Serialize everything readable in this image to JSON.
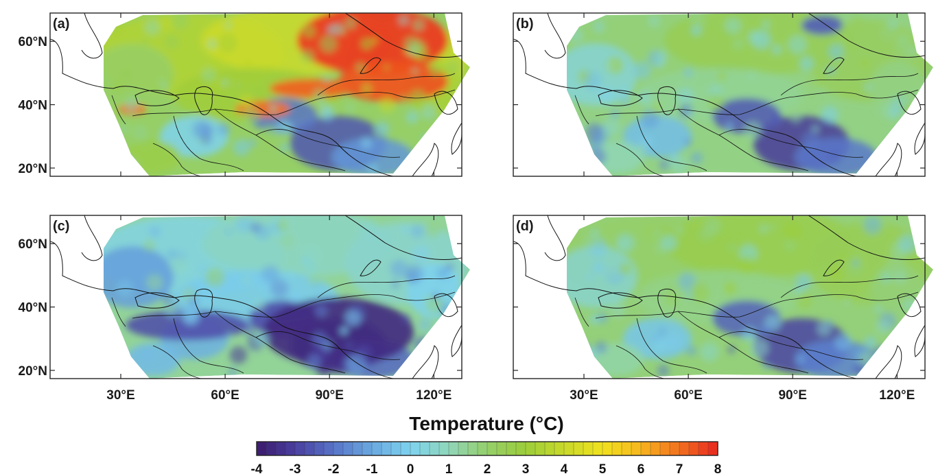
{
  "figure": {
    "panels": [
      {
        "label": "(a)",
        "palette_bias": 1.6
      },
      {
        "label": "(b)",
        "palette_bias": 0.2
      },
      {
        "label": "(c)",
        "palette_bias": -0.6
      },
      {
        "label": "(d)",
        "palette_bias": 0.7
      }
    ],
    "lat_ticks": [
      "20°N",
      "40°N",
      "60°N"
    ],
    "lon_ticks": [
      "30°E",
      "60°E",
      "90°E",
      "120°E"
    ]
  },
  "colorbar": {
    "title": "Temperature (°C)",
    "min": -4,
    "max": 8,
    "tick_labels": [
      "-4",
      "-3",
      "-2",
      "-1",
      "0",
      "1",
      "2",
      "3",
      "4",
      "5",
      "6",
      "7",
      "8"
    ],
    "stops": [
      "#3b1a6b",
      "#4a3fa0",
      "#5874c8",
      "#69a9e0",
      "#7ed2ef",
      "#8fd6b9",
      "#95cf6a",
      "#9ccd3a",
      "#c8d92a",
      "#f1e21f",
      "#f7b51e",
      "#f2701f",
      "#e8271f"
    ]
  }
}
